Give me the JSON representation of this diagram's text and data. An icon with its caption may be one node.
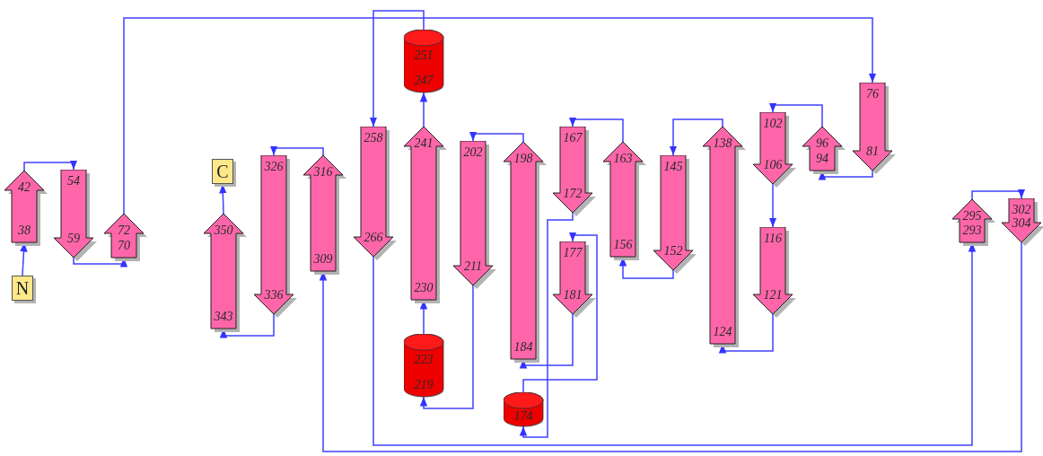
{
  "diagram": {
    "nodes": [
      {
        "text": [
          "N"
        ]
      },
      {
        "text": [
          "C"
        ]
      },
      {
        "text": [
          "42",
          "38"
        ]
      },
      {
        "text": [
          "54",
          "59"
        ]
      },
      {
        "text": [
          "72",
          "70"
        ]
      },
      {
        "text": [
          "76",
          "81"
        ]
      },
      {
        "text": [
          "96",
          "94"
        ]
      },
      {
        "text": [
          "102",
          "106"
        ]
      },
      {
        "text": [
          "116",
          "121"
        ]
      },
      {
        "text": [
          "138",
          "124"
        ]
      },
      {
        "text": [
          "145",
          "152"
        ]
      },
      {
        "text": [
          "163",
          "156"
        ]
      },
      {
        "text": [
          "167",
          "172"
        ]
      },
      {
        "text": [
          "174"
        ]
      },
      {
        "text": [
          "177",
          "181"
        ]
      },
      {
        "text": [
          "198",
          "184"
        ]
      },
      {
        "text": [
          "202",
          "211"
        ]
      },
      {
        "text": [
          "223",
          "219"
        ]
      },
      {
        "text": [
          "241",
          "230"
        ]
      },
      {
        "text": [
          "251",
          "247"
        ]
      },
      {
        "text": [
          "258",
          "266"
        ]
      },
      {
        "text": [
          "295",
          "293"
        ]
      },
      {
        "text": [
          "302",
          "304"
        ]
      },
      {
        "text": [
          "316",
          "309"
        ]
      },
      {
        "text": [
          "326",
          "336"
        ]
      },
      {
        "text": [
          "350",
          "343"
        ]
      }
    ],
    "edges": [
      {
        "from": 0,
        "to": 2,
        "arrow": "to"
      },
      {
        "from": 2,
        "to": 3,
        "arrow": "to"
      },
      {
        "from": 3,
        "to": 4,
        "arrow": "to"
      },
      {
        "from": 4,
        "to": 5,
        "arrow": "to"
      },
      {
        "from": 5,
        "to": 6,
        "arrow": "to"
      },
      {
        "from": 6,
        "to": 7,
        "arrow": "to"
      },
      {
        "from": 7,
        "to": 8,
        "arrow": "to"
      },
      {
        "from": 8,
        "to": 9,
        "arrow": "to"
      },
      {
        "from": 9,
        "to": 10,
        "arrow": "to"
      },
      {
        "from": 10,
        "to": 11,
        "arrow": "to"
      },
      {
        "from": 11,
        "to": 12,
        "arrow": "to"
      },
      {
        "from": 12,
        "to": 13,
        "arrow": "to"
      },
      {
        "from": 13,
        "to": 14,
        "arrow": "to"
      },
      {
        "from": 14,
        "to": 15,
        "arrow": "to"
      },
      {
        "from": 15,
        "to": 16,
        "arrow": "to"
      },
      {
        "from": 16,
        "to": 17,
        "arrow": "to"
      },
      {
        "from": 17,
        "to": 18,
        "arrow": "to"
      },
      {
        "from": 18,
        "to": 19,
        "arrow": "to"
      },
      {
        "from": 19,
        "to": 20,
        "arrow": "to"
      },
      {
        "from": 20,
        "to": 21,
        "arrow": "to"
      },
      {
        "from": 21,
        "to": 22,
        "arrow": "to"
      },
      {
        "from": 22,
        "to": 23,
        "arrow": "to"
      },
      {
        "from": 23,
        "to": 24,
        "arrow": "to"
      },
      {
        "from": 24,
        "to": 25,
        "arrow": "to"
      },
      {
        "from": 25,
        "to": 1,
        "arrow": "to"
      }
    ]
  }
}
